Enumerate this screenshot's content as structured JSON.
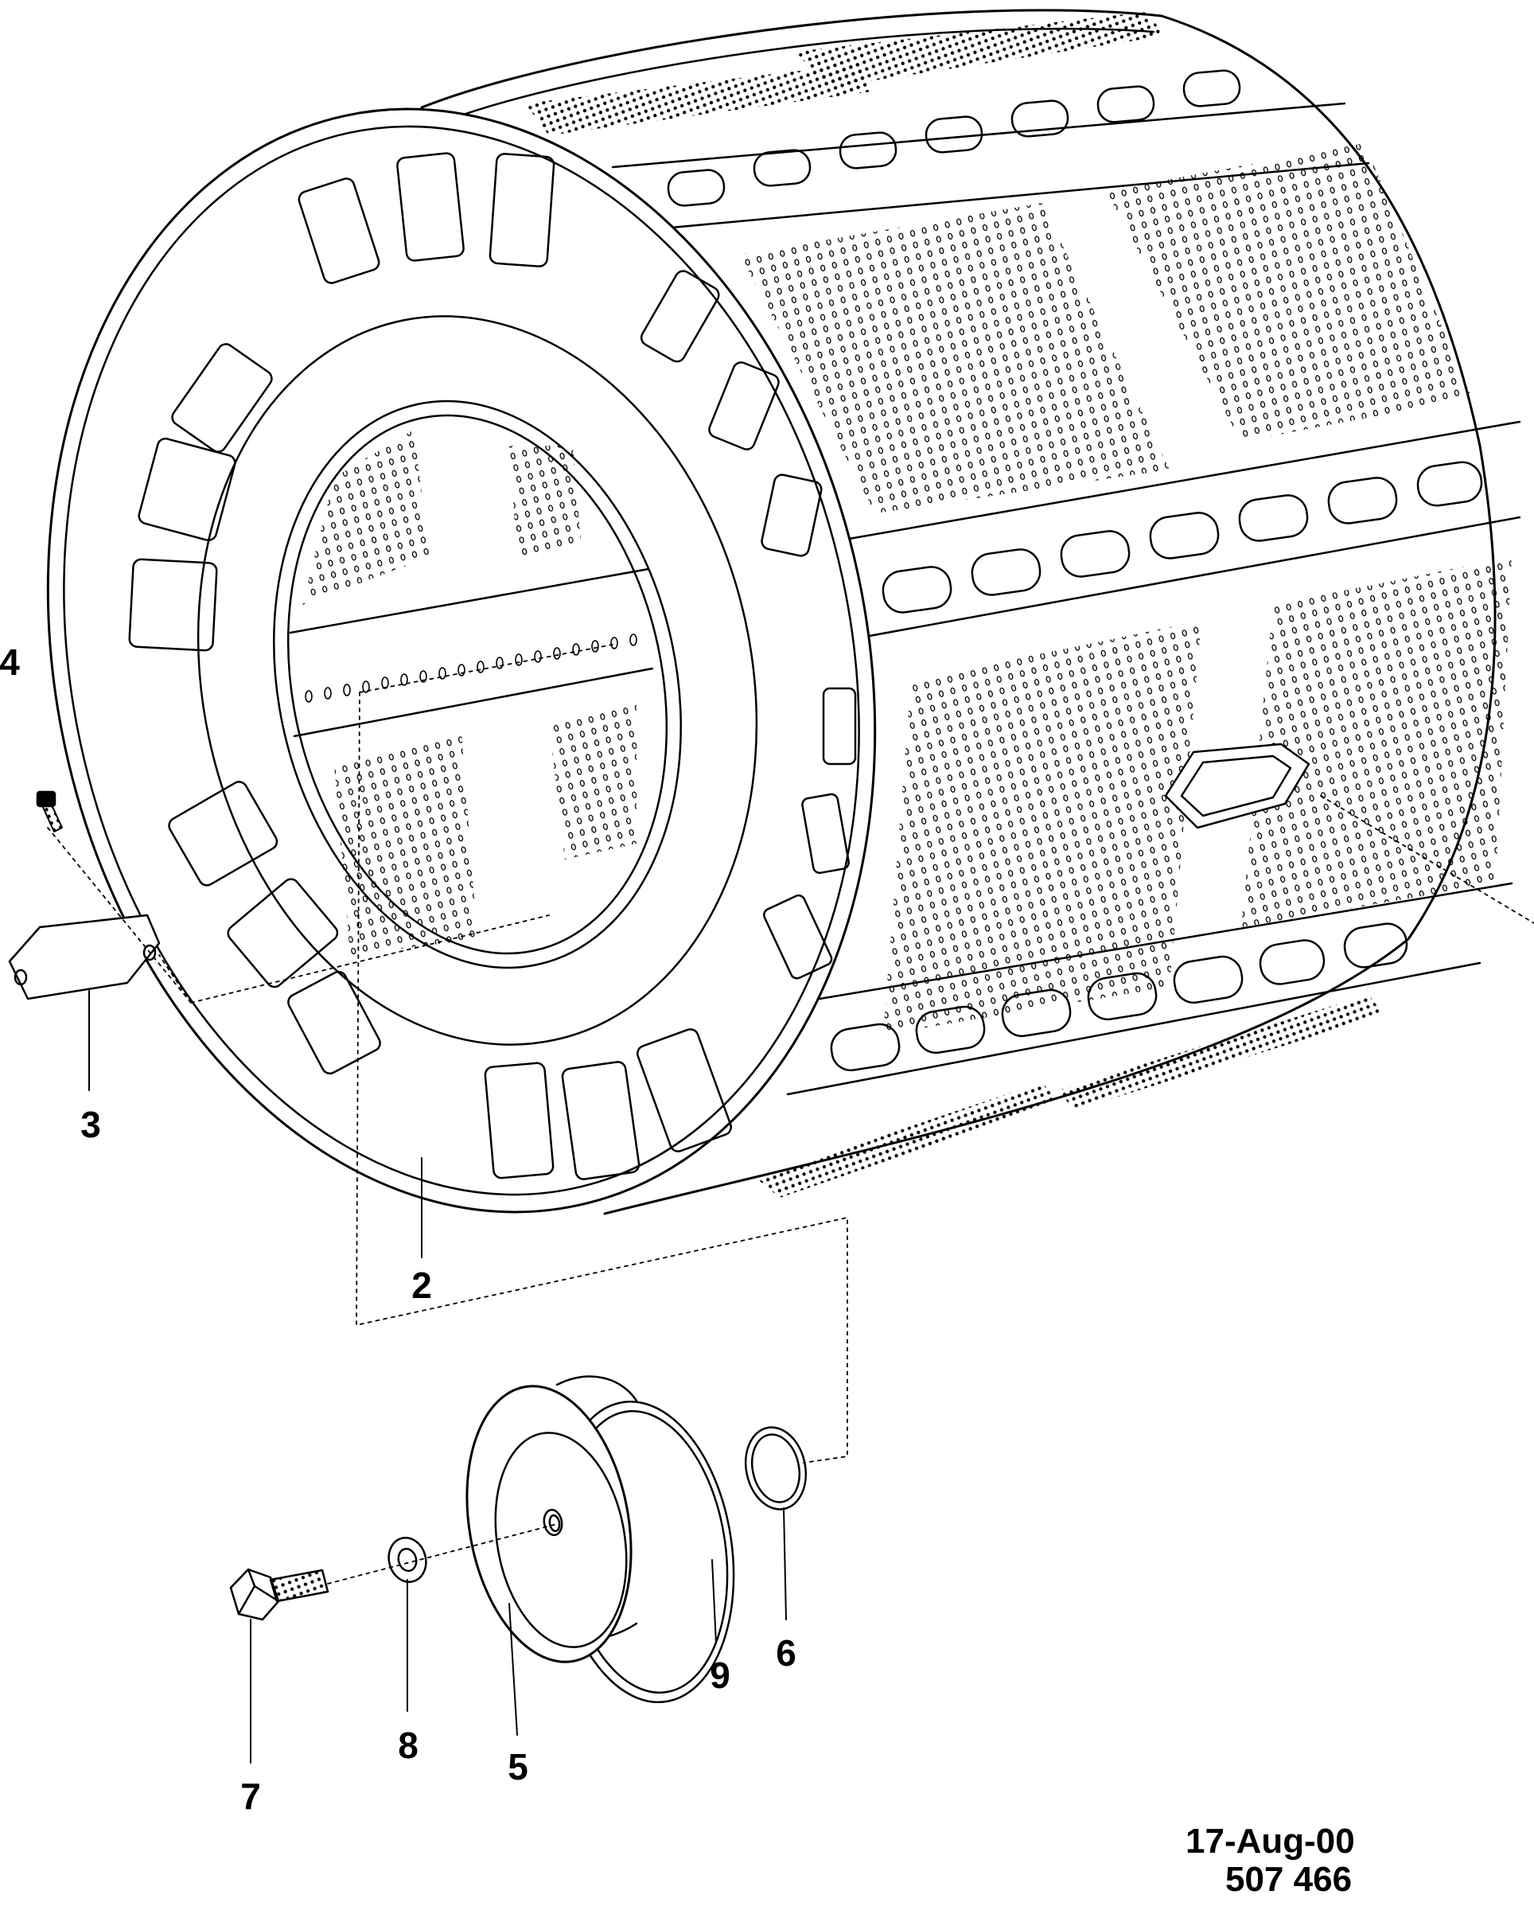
{
  "diagram": {
    "callouts": [
      "2",
      "3",
      "4",
      "5",
      "6",
      "7",
      "8",
      "9"
    ],
    "date": "17-Aug-00",
    "drawing_number": "507 466"
  }
}
